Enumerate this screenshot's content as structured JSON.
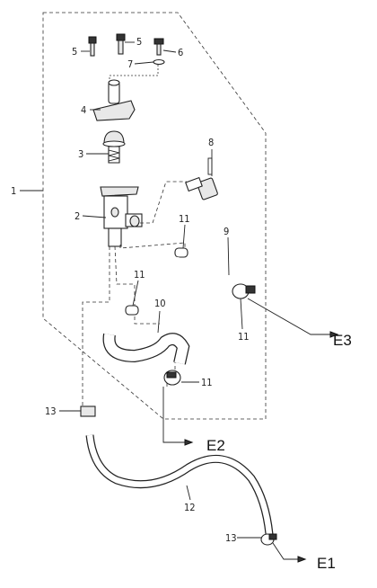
{
  "callouts": {
    "c1": "1",
    "c2": "2",
    "c3": "3",
    "c4": "4",
    "c5a": "5",
    "c5b": "5",
    "c6": "6",
    "c7": "7",
    "c8": "8",
    "c9": "9",
    "c10": "10",
    "c11a": "11",
    "c11b": "11",
    "c11c": "11",
    "c11d": "11",
    "c12": "12",
    "c13a": "13",
    "c13b": "13"
  },
  "outputs": {
    "e1": "E1",
    "e2": "E2",
    "e3": "E3"
  }
}
